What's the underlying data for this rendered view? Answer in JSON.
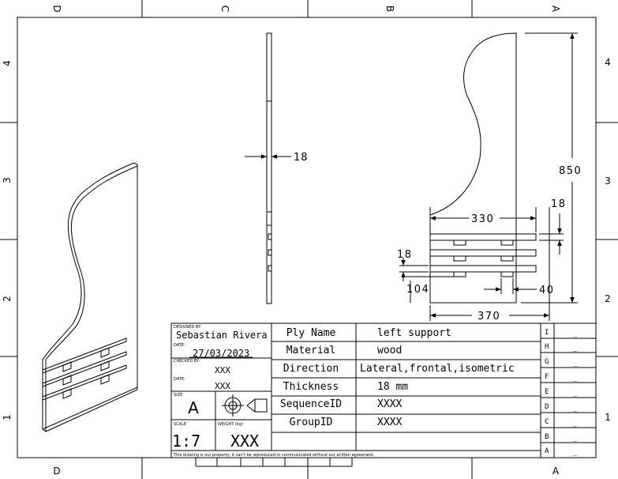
{
  "frame": {
    "top_labels": [
      "D",
      "C",
      "B",
      "A"
    ],
    "bottom_labels": [
      "D",
      "A"
    ],
    "right_labels": [
      "4",
      "3",
      "2",
      "1"
    ],
    "left_labels": [
      "4",
      "3",
      "2",
      "1"
    ]
  },
  "dimensions": {
    "thickness_side": "18",
    "height": "850",
    "shelf_length": "330",
    "shelf_thickness_right": "18",
    "shelf_thickness_left": "18",
    "bottom_offset": "104",
    "slot_width": "40",
    "width": "370"
  },
  "title_block": {
    "designed_by_label": "DESIGNED BY:",
    "designed_by": "Sebastian Rivera",
    "date_label": "DATE:",
    "date": "27/03/2023",
    "checked_by_label": "CHECKED BY:",
    "checked_by": "XXX",
    "date2_label": "DATE:",
    "date2": "XXX",
    "size_label": "SIZE",
    "size": "A",
    "scale_label": "SCALE",
    "scale": "1:7",
    "weight_label": "WEIGHT (kg)",
    "weight": "XXX",
    "fields": [
      {
        "label": "Ply Name",
        "value": "left support"
      },
      {
        "label": "Material",
        "value": "wood"
      },
      {
        "label": "Direction",
        "value": "Lateral,frontal,isometric"
      },
      {
        "label": "Thickness",
        "value": "18 mm"
      },
      {
        "label": "SequenceID",
        "value": "XXXX"
      },
      {
        "label": "GroupID",
        "value": "XXXX"
      }
    ],
    "revisions": [
      {
        "letter": "I",
        "value": "_"
      },
      {
        "letter": "H",
        "value": "_"
      },
      {
        "letter": "G",
        "value": "_"
      },
      {
        "letter": "F",
        "value": "_"
      },
      {
        "letter": "E",
        "value": "_"
      },
      {
        "letter": "D",
        "value": "_"
      },
      {
        "letter": "C",
        "value": "_"
      },
      {
        "letter": "B",
        "value": "_"
      },
      {
        "letter": "A",
        "value": "_"
      }
    ],
    "disclaimer": "This drawing is our property; it can't be reproduced or communicated without our written agreement."
  }
}
